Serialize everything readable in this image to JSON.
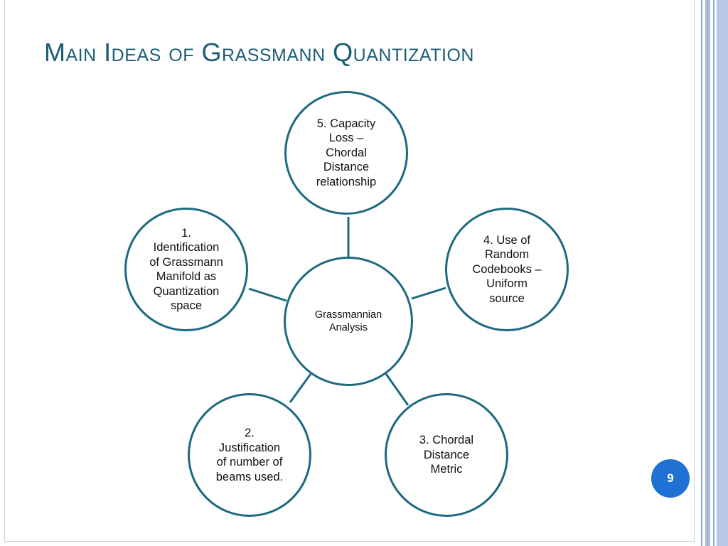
{
  "slide": {
    "title": "Main Ideas of Grassmann Quantization",
    "page_number": "9"
  },
  "diagram": {
    "center": {
      "label": "Grassmannian\nAnalysis"
    },
    "nodes": [
      {
        "label": "1.\nIdentification\nof Grassmann\nManifold as\nQuantization\nspace"
      },
      {
        "label": "2.\nJustification\nof number of\nbeams used."
      },
      {
        "label": "3. Chordal\nDistance\nMetric"
      },
      {
        "label": "4. Use of\nRandom\nCodebooks –\nUniform\nsource"
      },
      {
        "label": "5. Capacity\nLoss –\nChordal\nDistance\nrelationship"
      }
    ]
  },
  "colors": {
    "title": "#1c5d75",
    "circle_border": "#1e6a80",
    "page_badge": "#1f72d4",
    "side_rails": "#a9bae0"
  }
}
